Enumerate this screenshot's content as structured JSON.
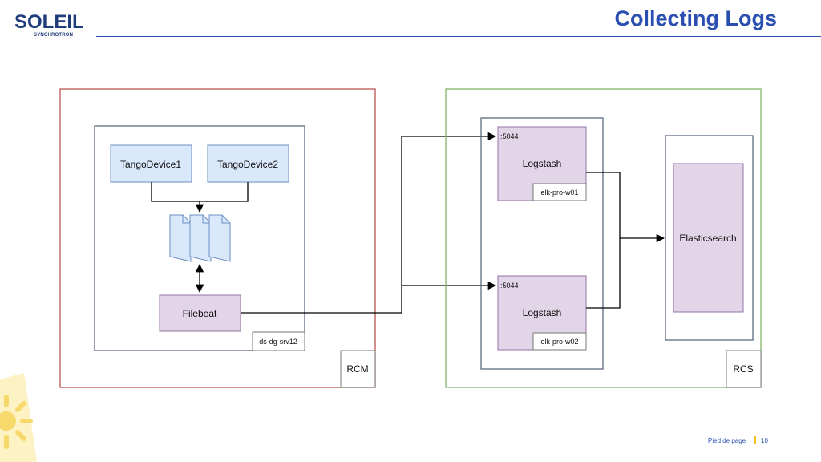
{
  "header": {
    "title": "Collecting Logs",
    "logo_text": "SOLEIL",
    "logo_sub": "SYNCHROTRON"
  },
  "diagram": {
    "rcm_label": "RCM",
    "rcs_label": "RCS",
    "host_label": "ds-dg-srv12",
    "tango1": "TangoDevice1",
    "tango2": "TangoDevice2",
    "filebeat": "Filebeat",
    "logstash1": {
      "label": "Logstash",
      "port": ":5044",
      "host": "elk-pro-w01"
    },
    "logstash2": {
      "label": "Logstash",
      "port": ":5044",
      "host": "elk-pro-w02"
    },
    "elasticsearch": "Elasticsearch"
  },
  "footer": {
    "text": "Pied de page",
    "page": "10"
  },
  "colors": {
    "accent": "#2a4fb0",
    "rcm_border": "#b85450",
    "rcs_border": "#82b366",
    "device_fill": "#dae8fc",
    "device_border": "#6c8ebf",
    "purple_fill": "#e1d5e7",
    "purple_border": "#9673a6",
    "footer_bar": "#f4c21a"
  }
}
